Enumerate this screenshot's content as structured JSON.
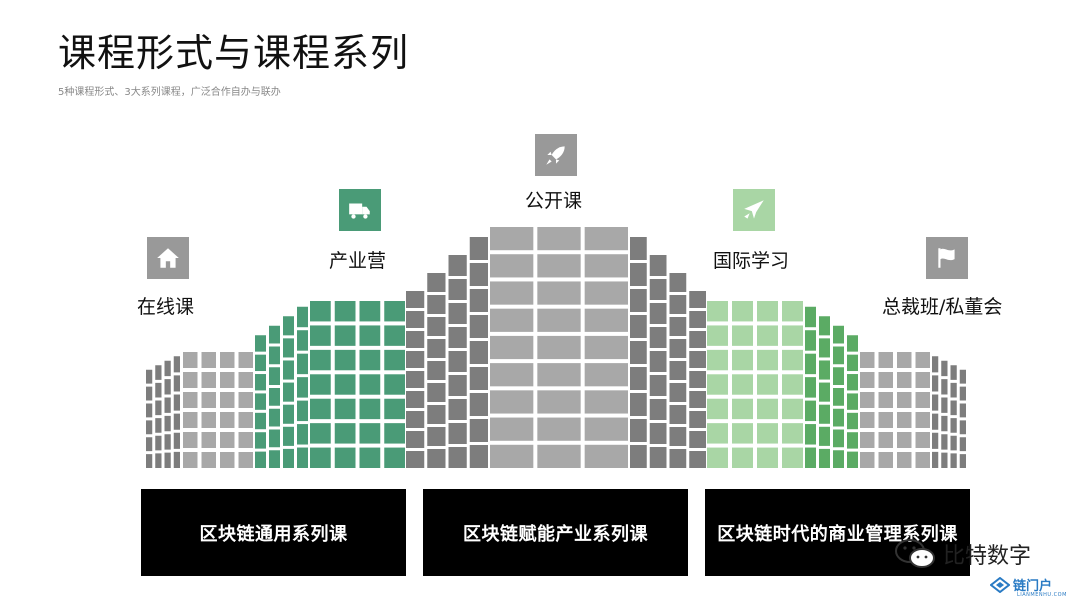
{
  "title": "课程形式与课程系列",
  "subtitle": "5种课程形式、3大系列课程，广泛合作自办与联办",
  "colors": {
    "gray_face": "#a8a8a8",
    "gray_side": "#7d7d7d",
    "green_dark": "#4a9b77",
    "green_light": "#a9d6a5",
    "green_side": "#5bab64",
    "icon_gray": "#999999"
  },
  "forms": [
    {
      "id": "online",
      "label": "在线课",
      "icon": "house-icon"
    },
    {
      "id": "industry_camp",
      "label": "产业营",
      "icon": "truck-icon"
    },
    {
      "id": "public",
      "label": "公开课",
      "icon": "rocket-icon"
    },
    {
      "id": "international",
      "label": "国际学习",
      "icon": "plane-icon"
    },
    {
      "id": "executive",
      "label": "总裁班/私董会",
      "icon": "flag-icon"
    }
  ],
  "series": [
    {
      "label": "区块链通用系列课"
    },
    {
      "label": "区块链赋能产业系列课"
    },
    {
      "label": "区块链时代的商业管理系列课"
    }
  ],
  "watermark": {
    "text": "比特数字",
    "icon": "wechat-icon"
  },
  "logo": {
    "text": "链门户",
    "sub": "LIANMENHU.COM",
    "icon": "diamond-logo-icon"
  }
}
